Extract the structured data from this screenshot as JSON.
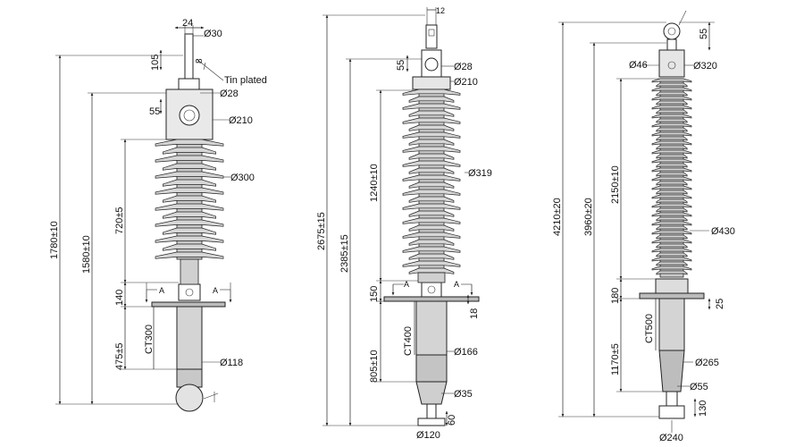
{
  "colors": {
    "line": "#222222",
    "shed_fill": "#d6d6d6",
    "body_fill": "#cfcfcf",
    "dark_fill": "#9a9a9a"
  },
  "bushing_left": {
    "dims": {
      "d24": "24",
      "d30": "Ø30",
      "d8": "8",
      "d105": "105",
      "tin": "Tin plated",
      "d28": "Ø28",
      "d55": "55",
      "d210": "Ø210",
      "d300": "Ø300",
      "h1780": "1780±10",
      "h1580": "1580±10",
      "h720": "720±5",
      "h140": "140",
      "ct": "CT300",
      "h475": "475±5",
      "d118": "Ø118",
      "sectA1": "A",
      "sectA2": "A"
    }
  },
  "bushing_mid": {
    "dims": {
      "d12": "12",
      "d55": "55",
      "d28": "Ø28",
      "d210": "Ø210",
      "h1240": "1240±10",
      "d319": "Ø319",
      "h2675": "2675±15",
      "h2385": "2385±15",
      "h150": "150",
      "d18": "18",
      "ct": "CT400",
      "d166": "Ø166",
      "h805": "805±10",
      "d35": "Ø35",
      "d60": "60",
      "d120": "Ø120",
      "sectA1": "A",
      "sectA2": "A"
    }
  },
  "bushing_right": {
    "dims": {
      "d55": "55",
      "d46": "Ø46",
      "d320": "Ø320",
      "h4210": "4210±20",
      "h3960": "3960±20",
      "h2150": "2150±10",
      "d430": "Ø430",
      "h180": "180",
      "d25": "25",
      "ct": "CT500",
      "d265": "Ø265",
      "h1170": "1170±5",
      "d55b": "Ø55",
      "d130": "130",
      "d240": "Ø240"
    }
  }
}
